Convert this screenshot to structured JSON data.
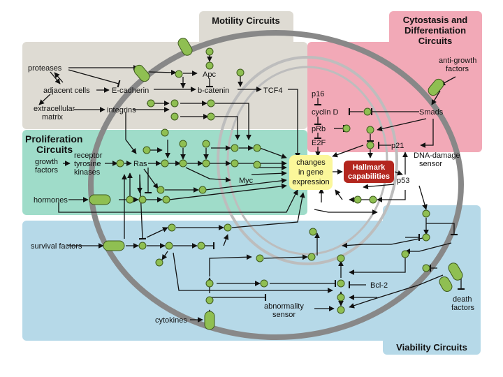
{
  "circuits": {
    "motility": {
      "title": "Motility Circuits",
      "color": "#dedbd3"
    },
    "cytostasis": {
      "title_line1": "Cytostasis and",
      "title_line2": "Differentiation",
      "title_line3": "Circuits",
      "color": "#f2a9b7"
    },
    "proliferation": {
      "title_line1": "Proliferation",
      "title_line2": "Circuits",
      "color": "#9fdcc9"
    },
    "viability": {
      "title": "Viability Circuits",
      "color": "#b6d9e8"
    }
  },
  "labels": {
    "proteases": "proteases",
    "adjacent_cells": "adjacent cells",
    "e_cadherin": "E-cadherin",
    "b_catenin": "b-catenin",
    "apc": "Apc",
    "tcf4": "TCF4",
    "extracellular_1": "extracellular",
    "extracellular_2": "matrix",
    "integrins": "integrins",
    "growth_factors_1": "growth",
    "growth_factors_2": "factors",
    "rtk_1": "receptor",
    "rtk_2": "tyrosine",
    "rtk_3": "kinases",
    "ras": "Ras",
    "myc": "Myc",
    "hormones": "hormones",
    "survival_factors": "survival factors",
    "cytokines": "cytokines",
    "p16": "p16",
    "cyclin_d": "cyclin D",
    "prb": "pRb",
    "e2f": "E2F",
    "smads": "Smads",
    "anti_growth_1": "anti-growth",
    "anti_growth_2": "factors",
    "p21": "p21",
    "dna_damage_1": "DNA-damage",
    "dna_damage_2": "sensor",
    "p53": "p53",
    "bcl2": "Bcl-2",
    "abnormality_1": "abnormality",
    "abnormality_2": "sensor",
    "death_factors_1": "death",
    "death_factors_2": "factors"
  },
  "center": {
    "line1": "changes",
    "line2": "in gene",
    "line3": "expression",
    "color": "#fbf79a"
  },
  "hallmark": {
    "line1": "Hallmark",
    "line2": "capabilities",
    "color": "#b3261e"
  },
  "colors": {
    "node": "#8fbf52",
    "membrane": "#888888",
    "nucleus": "#bdbdbd"
  }
}
